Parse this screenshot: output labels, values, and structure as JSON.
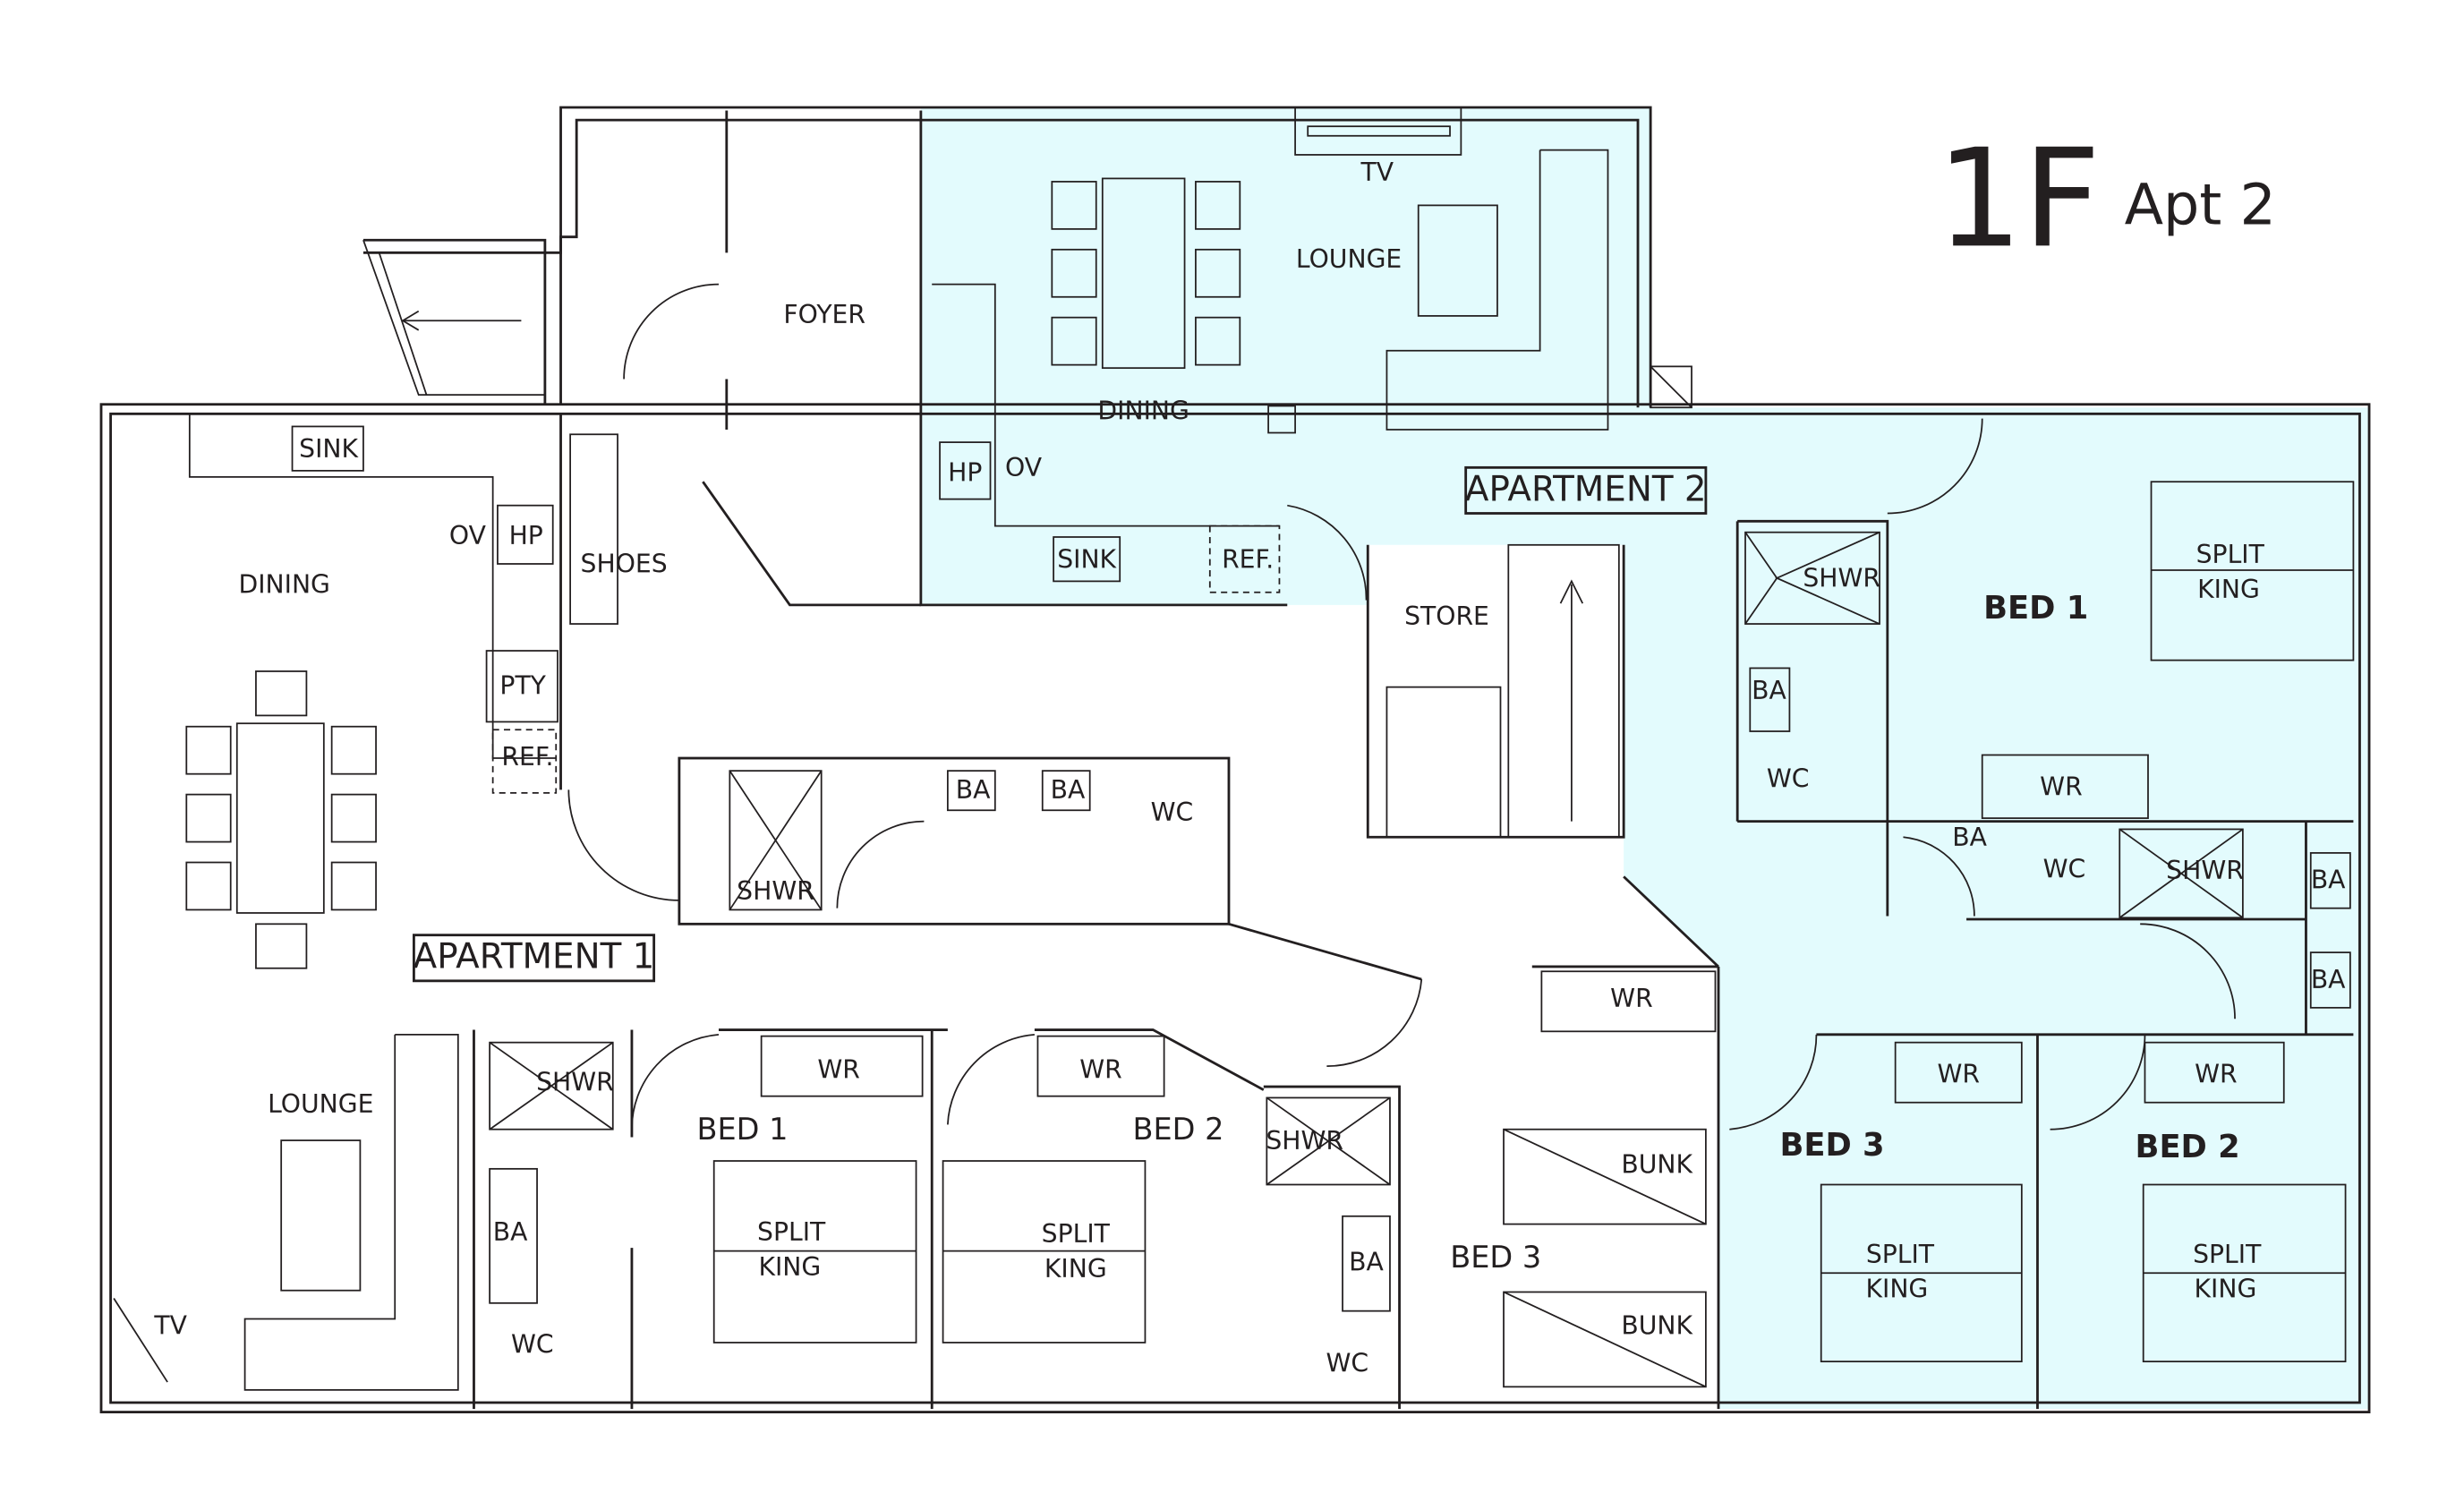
{
  "title": {
    "floor": "1F",
    "apartment": "Apt 2"
  },
  "colors": {
    "apt2_fill": "#e3fbfd",
    "line": "#231f20"
  },
  "apartment1": {
    "label": "APARTMENT 1",
    "rooms": {
      "dining": "DINING",
      "lounge": "LOUNGE",
      "foyer": "FOYER",
      "shoes": "SHOES",
      "bed1": "BED 1",
      "bed2": "BED 2",
      "bed3": "BED 3"
    },
    "fixtures": {
      "sink": "SINK",
      "ov": "OV",
      "hp": "HP",
      "pty": "PTY",
      "ref": "REF.",
      "tv": "TV",
      "shwr": "SHWR",
      "ba": "BA",
      "wc": "WC",
      "wr": "WR",
      "split": "SPLIT",
      "king": "KING",
      "bunk": "BUNK"
    }
  },
  "apartment2": {
    "label": "APARTMENT 2",
    "rooms": {
      "dining": "DINING",
      "lounge": "LOUNGE",
      "store": "STORE",
      "bed1": "BED 1",
      "bed2": "BED 2",
      "bed3": "BED 3"
    },
    "fixtures": {
      "tv": "TV",
      "hp": "HP",
      "ov": "OV",
      "sink": "SINK",
      "ref": "REF.",
      "shwr": "SHWR",
      "ba": "BA",
      "wc": "WC",
      "wr": "WR",
      "split": "SPLIT",
      "king": "KING"
    }
  }
}
